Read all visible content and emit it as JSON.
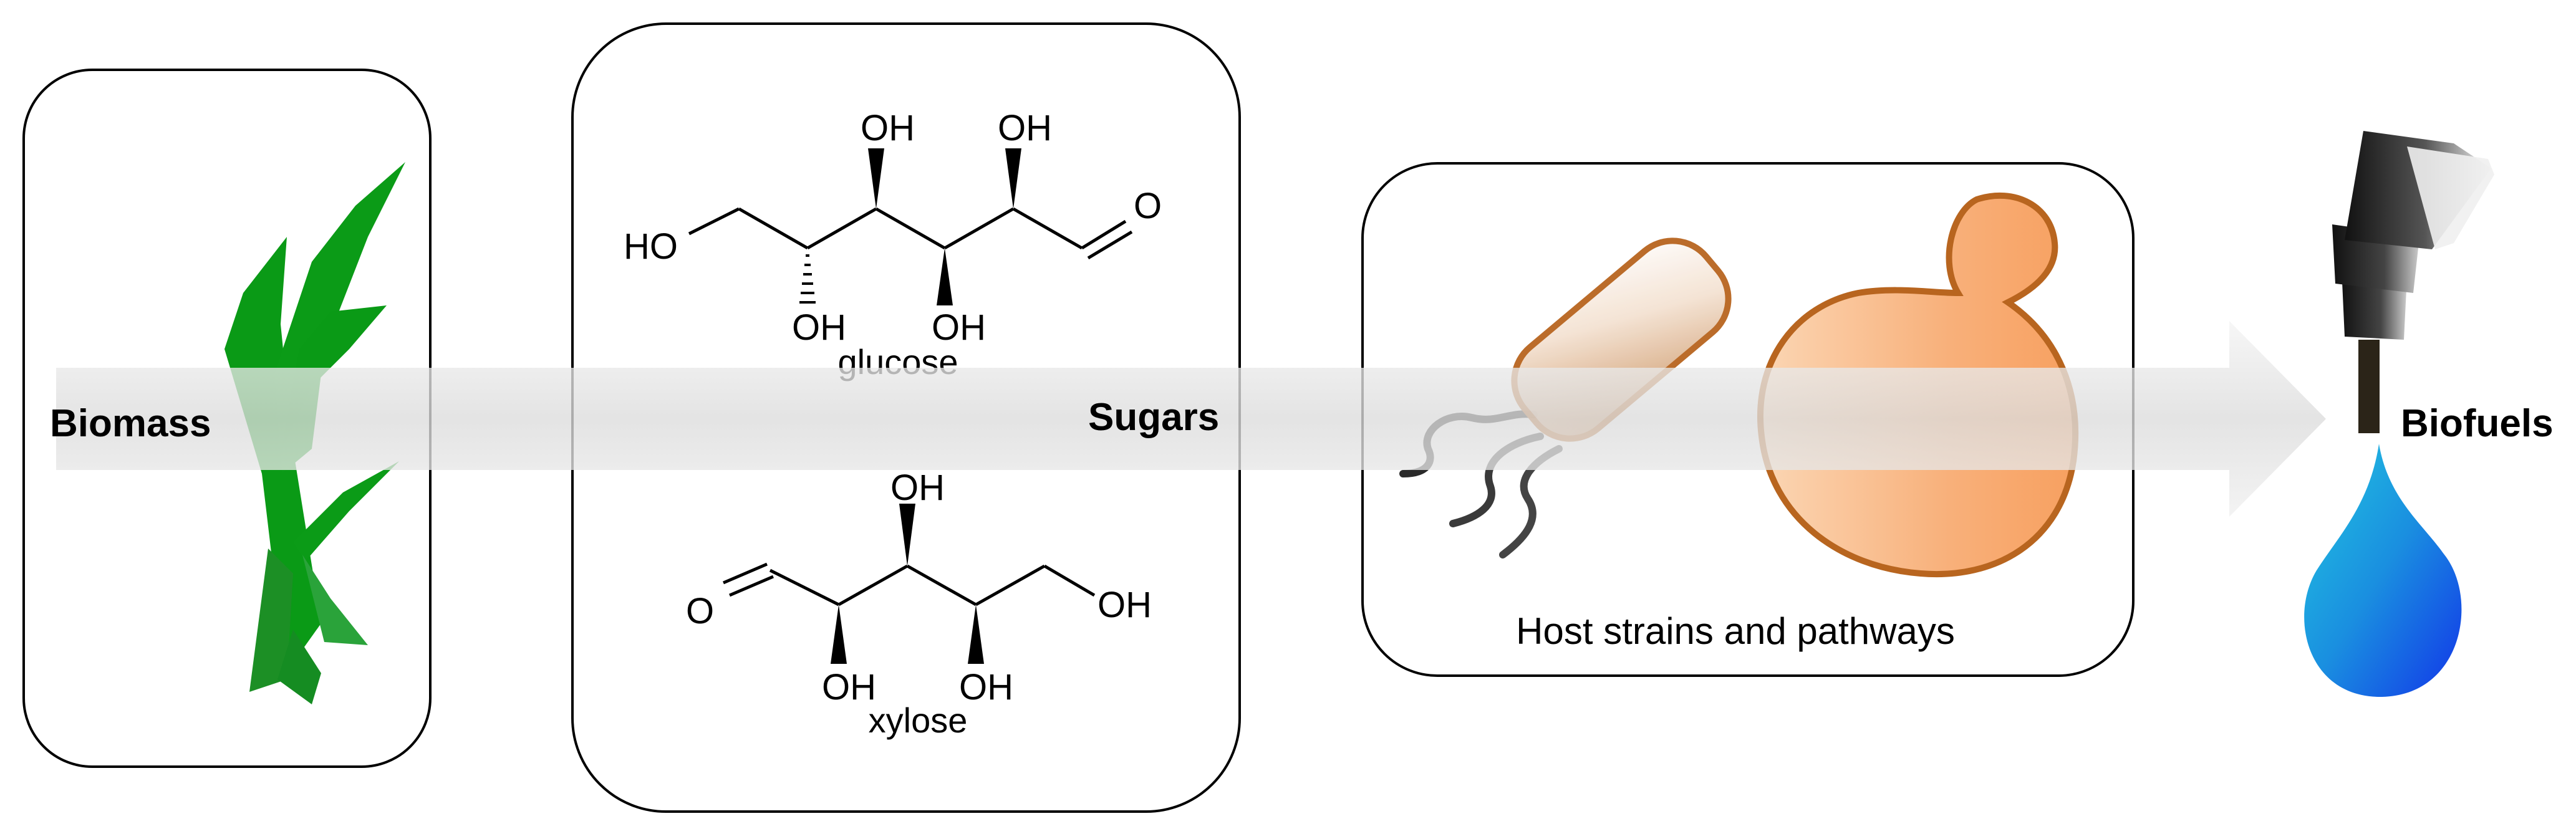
{
  "stages": {
    "biomass": "Biomass",
    "sugars": "Sugars",
    "hosts": "Host strains and pathways",
    "biofuels": "Biofuels"
  },
  "molecules": {
    "glucose": {
      "name": "glucose",
      "ho_left": "HO",
      "oh_top_1": "OH",
      "oh_top_2": "OH",
      "oh_bottom_1": "OH",
      "oh_bottom_2": "OH",
      "carbonyl_o": "O"
    },
    "xylose": {
      "name": "xylose",
      "carbonyl_o": "O",
      "oh_top": "OH",
      "oh_right": "OH",
      "oh_bottom_1": "OH",
      "oh_bottom_2": "OH"
    }
  },
  "colors": {
    "grass": "#0a9a16",
    "yeast": "#f8b07a",
    "yeast_outline": "#b8651f",
    "bacterium_outline": "#b8651f",
    "droplet_top": "#1aa6e0",
    "droplet_bottom": "#1448e0",
    "arrow": "#d6d6d6"
  }
}
